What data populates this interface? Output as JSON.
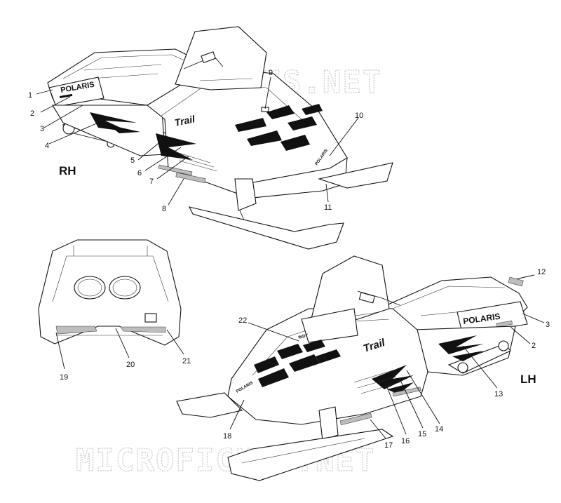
{
  "side_labels": {
    "rh": "RH",
    "lh": "LH"
  },
  "watermark": "MICROFICHES.NET",
  "decal_text": {
    "brand": "POLARIS",
    "model": "Trail",
    "hood": "POLARIS",
    "small": "INDY"
  },
  "callouts": {
    "c1": "1",
    "c2": "2",
    "c3": "3",
    "c4": "4",
    "c5": "5",
    "c6": "6",
    "c7": "7",
    "c8": "8",
    "c9": "9",
    "c10": "10",
    "c11": "11",
    "c12": "12",
    "c3b": "3",
    "c2b": "2",
    "c13": "13",
    "c14": "14",
    "c15": "15",
    "c16": "16",
    "c17": "17",
    "c18": "18",
    "c19": "19",
    "c20": "20",
    "c21": "21",
    "c22": "22"
  }
}
